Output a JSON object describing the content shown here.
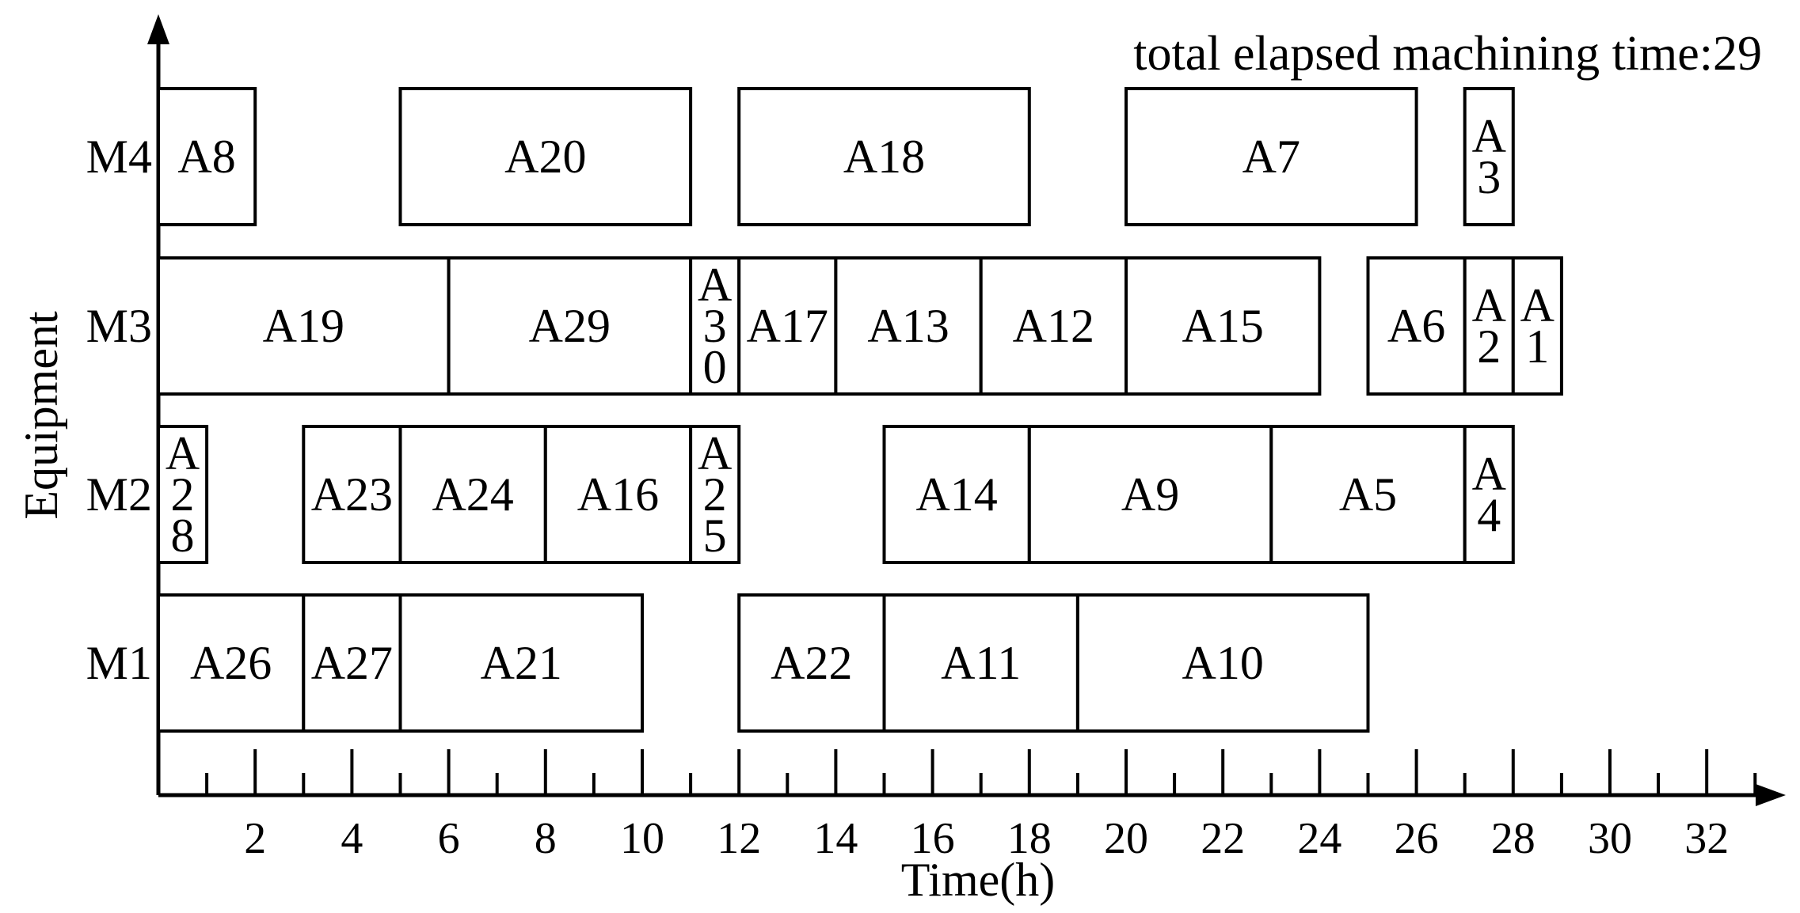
{
  "chart_data": {
    "type": "gantt",
    "title": "",
    "annotation": "total elapsed machining time:29",
    "xlabel": "Time(h)",
    "ylabel": "Equipment",
    "xlim": [
      0,
      33
    ],
    "x_ticks": [
      2,
      4,
      6,
      8,
      10,
      12,
      14,
      16,
      18,
      20,
      22,
      24,
      26,
      28,
      30,
      32
    ],
    "rows": [
      "M1",
      "M2",
      "M3",
      "M4"
    ],
    "tasks": [
      {
        "machine": "M4",
        "label": "A8",
        "start": 0,
        "end": 2
      },
      {
        "machine": "M4",
        "label": "A20",
        "start": 5,
        "end": 11
      },
      {
        "machine": "M4",
        "label": "A18",
        "start": 12,
        "end": 18
      },
      {
        "machine": "M4",
        "label": "A7",
        "start": 20,
        "end": 26
      },
      {
        "machine": "M4",
        "label": "A3",
        "start": 27,
        "end": 28
      },
      {
        "machine": "M3",
        "label": "A19",
        "start": 0,
        "end": 6
      },
      {
        "machine": "M3",
        "label": "A29",
        "start": 6,
        "end": 11
      },
      {
        "machine": "M3",
        "label": "A30",
        "start": 11,
        "end": 12
      },
      {
        "machine": "M3",
        "label": "A17",
        "start": 12,
        "end": 14
      },
      {
        "machine": "M3",
        "label": "A13",
        "start": 14,
        "end": 17
      },
      {
        "machine": "M3",
        "label": "A12",
        "start": 17,
        "end": 20
      },
      {
        "machine": "M3",
        "label": "A15",
        "start": 20,
        "end": 24
      },
      {
        "machine": "M3",
        "label": "A6",
        "start": 25,
        "end": 27
      },
      {
        "machine": "M3",
        "label": "A2",
        "start": 27,
        "end": 28
      },
      {
        "machine": "M3",
        "label": "A1",
        "start": 28,
        "end": 29
      },
      {
        "machine": "M2",
        "label": "A28",
        "start": 0,
        "end": 1
      },
      {
        "machine": "M2",
        "label": "A23",
        "start": 3,
        "end": 5
      },
      {
        "machine": "M2",
        "label": "A24",
        "start": 5,
        "end": 8
      },
      {
        "machine": "M2",
        "label": "A16",
        "start": 8,
        "end": 11
      },
      {
        "machine": "M2",
        "label": "A25",
        "start": 11,
        "end": 12
      },
      {
        "machine": "M2",
        "label": "A14",
        "start": 15,
        "end": 18
      },
      {
        "machine": "M2",
        "label": "A9",
        "start": 18,
        "end": 23
      },
      {
        "machine": "M2",
        "label": "A5",
        "start": 23,
        "end": 27
      },
      {
        "machine": "M2",
        "label": "A4",
        "start": 27,
        "end": 28
      },
      {
        "machine": "M1",
        "label": "A26",
        "start": 0,
        "end": 3
      },
      {
        "machine": "M1",
        "label": "A27",
        "start": 3,
        "end": 5
      },
      {
        "machine": "M1",
        "label": "A21",
        "start": 5,
        "end": 10
      },
      {
        "machine": "M1",
        "label": "A22",
        "start": 12,
        "end": 15
      },
      {
        "machine": "M1",
        "label": "A11",
        "start": 15,
        "end": 19
      },
      {
        "machine": "M1",
        "label": "A10",
        "start": 19,
        "end": 25
      }
    ]
  }
}
